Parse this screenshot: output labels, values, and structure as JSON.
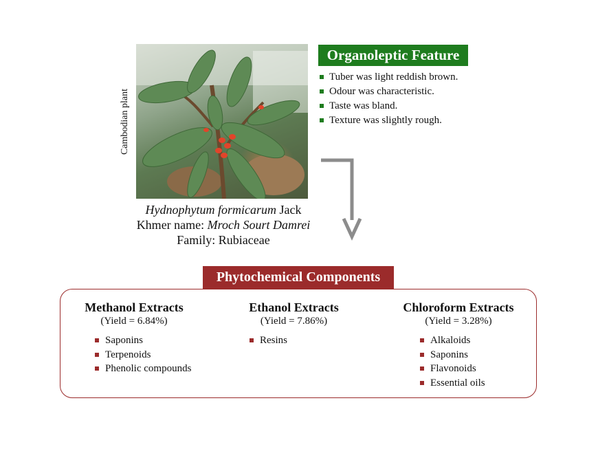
{
  "plant": {
    "photo_label": "Cambodian plant",
    "scientific_name": "Hydnophytum formicarum",
    "author": "Jack",
    "khmer_prefix": "Khmer name:",
    "khmer_name": "Mroch Sourt Damrei",
    "family": "Family: Rubiaceae"
  },
  "organoleptic": {
    "title": "Organoleptic Feature",
    "accent_color": "#1e7c1e",
    "items": [
      "Tuber was light reddish brown.",
      "Odour was characteristic.",
      "Taste was bland.",
      "Texture was slightly rough."
    ]
  },
  "phytochemical": {
    "title": "Phytochemical Components",
    "accent_color": "#9b2b2b",
    "extracts": [
      {
        "name": "Methanol Extracts",
        "yield": "(Yield = 6.84%)",
        "items": [
          "Saponins",
          "Terpenoids",
          "Phenolic compounds"
        ]
      },
      {
        "name": "Ethanol Extracts",
        "yield": "(Yield = 7.86%)",
        "items": [
          "Resins"
        ]
      },
      {
        "name": "Chloroform Extracts",
        "yield": "(Yield = 3.28%)",
        "items": [
          "Alkaloids",
          "Saponins",
          "Flavonoids",
          "Essential oils"
        ]
      }
    ]
  }
}
